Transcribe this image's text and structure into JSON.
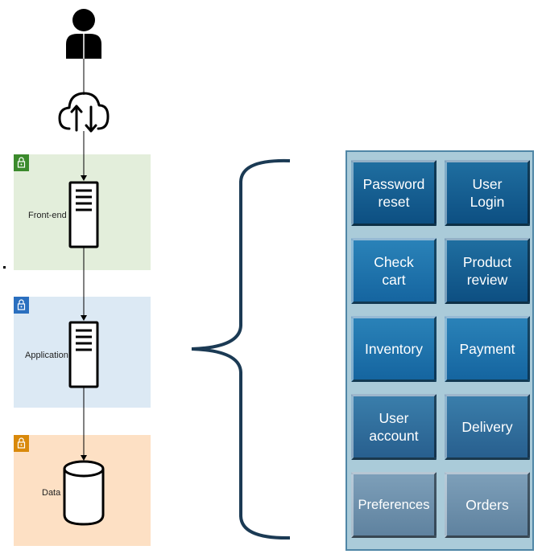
{
  "tiers": [
    {
      "label": "Front-end",
      "fill": "#e3eedb",
      "lock_color": "#3b8a2c"
    },
    {
      "label": "Application",
      "fill": "#dce9f4",
      "lock_color": "#2a6fbf"
    },
    {
      "label": "Data",
      "fill": "#fde0c4",
      "lock_color": "#d9890b"
    }
  ],
  "icons": [
    "user-icon",
    "cloud-sync-icon",
    "server-icon",
    "server-icon",
    "database-icon",
    "brace-icon",
    "padlock-icon"
  ],
  "tiles": [
    {
      "label": "Password\nreset",
      "style": "dark"
    },
    {
      "label": "User\nLogin",
      "style": "dark"
    },
    {
      "label": "Check\ncart",
      "style": "mid"
    },
    {
      "label": "Product\nreview",
      "style": "dark"
    },
    {
      "label": "Inventory",
      "style": "mid"
    },
    {
      "label": "Payment",
      "style": "mid"
    },
    {
      "label": "User\naccount",
      "style": "soft"
    },
    {
      "label": "Delivery",
      "style": "soft"
    },
    {
      "label": "Preferences",
      "style": "pale"
    },
    {
      "label": "Orders",
      "style": "pale"
    }
  ],
  "colors": {
    "panel_bg": "#aacbd9",
    "panel_border": "#4f86a6",
    "brace": "#1b3a54"
  }
}
